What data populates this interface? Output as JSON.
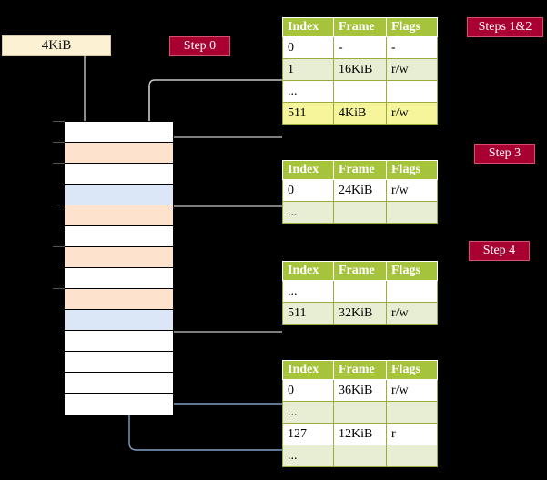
{
  "title": "Page table walk diagram",
  "source_box": {
    "label": "4KiB"
  },
  "badges": [
    {
      "name": "step-0",
      "label": "Step 0"
    },
    {
      "name": "steps-1-2",
      "label": "Steps 1&2"
    },
    {
      "name": "step-3",
      "label": "Step 3"
    },
    {
      "name": "step-4",
      "label": "Step 4"
    }
  ],
  "memory_block": {
    "name": "physical-memory-block",
    "rows": [
      {
        "fill": "white"
      },
      {
        "fill": "peach"
      },
      {
        "fill": "white"
      },
      {
        "fill": "blue"
      },
      {
        "fill": "peach"
      },
      {
        "fill": "white"
      },
      {
        "fill": "peach"
      },
      {
        "fill": "white"
      },
      {
        "fill": "peach"
      },
      {
        "fill": "blue"
      },
      {
        "fill": "white"
      },
      {
        "fill": "white"
      },
      {
        "fill": "white"
      },
      {
        "fill": "white"
      }
    ]
  },
  "tables": [
    {
      "name": "page-table-level-4",
      "headers": [
        "Index",
        "Frame",
        "Flags"
      ],
      "rows": [
        {
          "cells": [
            "0",
            "-",
            "-"
          ],
          "style": "odd"
        },
        {
          "cells": [
            "1",
            "16KiB",
            "r/w"
          ],
          "style": "even"
        },
        {
          "cells": [
            "...",
            "",
            ""
          ],
          "style": "odd"
        },
        {
          "cells": [
            "511",
            "4KiB",
            "r/w"
          ],
          "style": "hl"
        }
      ]
    },
    {
      "name": "page-table-level-3",
      "headers": [
        "Index",
        "Frame",
        "Flags"
      ],
      "rows": [
        {
          "cells": [
            "0",
            "24KiB",
            "r/w"
          ],
          "style": "odd"
        },
        {
          "cells": [
            "...",
            "",
            ""
          ],
          "style": "even"
        }
      ]
    },
    {
      "name": "page-table-level-2",
      "headers": [
        "Index",
        "Frame",
        "Flags"
      ],
      "rows": [
        {
          "cells": [
            "...",
            "",
            ""
          ],
          "style": "odd"
        },
        {
          "cells": [
            "511",
            "32KiB",
            "r/w"
          ],
          "style": "even"
        }
      ]
    },
    {
      "name": "page-table-level-1",
      "headers": [
        "Index",
        "Frame",
        "Flags"
      ],
      "rows": [
        {
          "cells": [
            "0",
            "36KiB",
            "r/w"
          ],
          "style": "odd"
        },
        {
          "cells": [
            "...",
            "",
            ""
          ],
          "style": "even"
        },
        {
          "cells": [
            "127",
            "12KiB",
            "r"
          ],
          "style": "odd"
        },
        {
          "cells": [
            "...",
            "",
            ""
          ],
          "style": "even"
        }
      ]
    }
  ],
  "colors": {
    "background": "#000000",
    "badge_fill": "#a80030",
    "badge_border": "#d4506c",
    "table_header": "#a6c33c",
    "table_alt_row": "#e8eed3",
    "table_highlight": "#f6f59c",
    "source_box": "#fdf1d4",
    "mem_peach": "#fde3cd",
    "mem_blue": "#dbe7f6",
    "wire_gray": "#c9c9c9",
    "wire_blue": "#7f9fc4"
  }
}
